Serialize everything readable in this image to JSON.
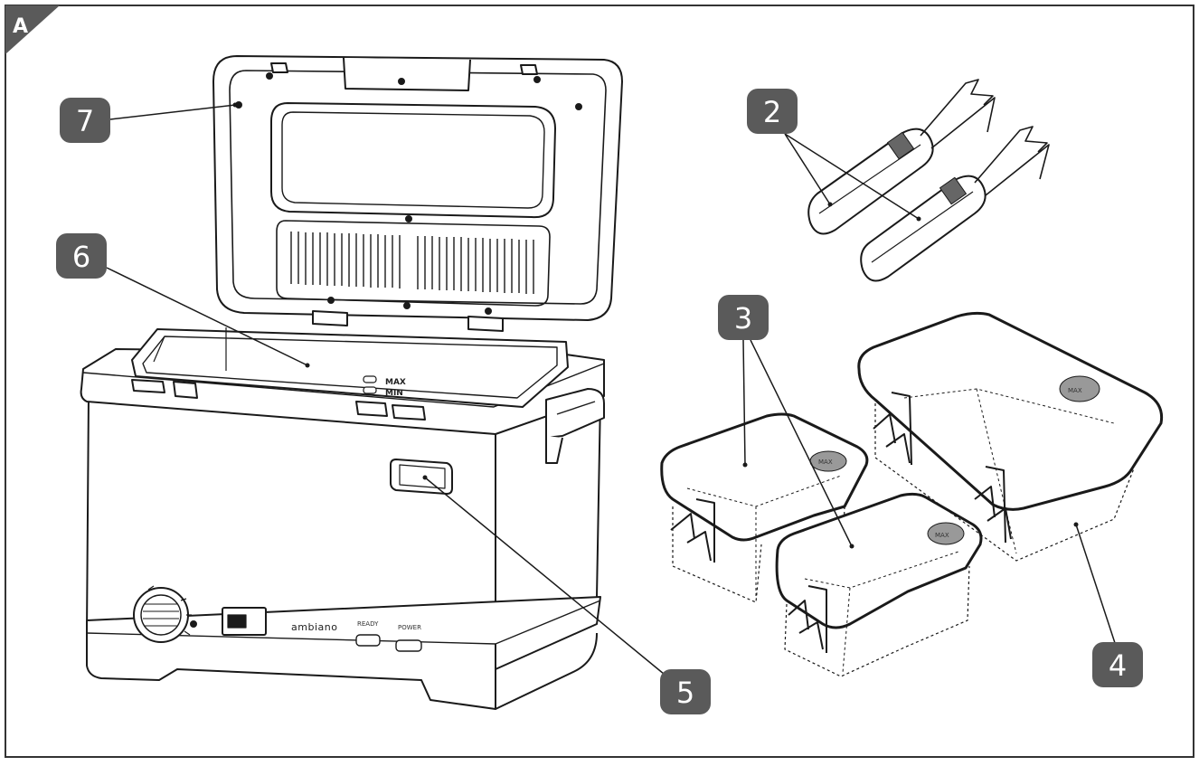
{
  "figure": {
    "panel_label": "A",
    "callouts": {
      "c2": "2",
      "c3": "3",
      "c4": "4",
      "c5": "5",
      "c6": "6",
      "c7": "7"
    },
    "fill_marks": {
      "max": "MAX",
      "min": "MIN"
    },
    "basket_mark": "MAX",
    "control_panel": {
      "brand": "ambiano",
      "ready": "READY",
      "power": "POWER"
    },
    "colors": {
      "line": "#1a1a1a",
      "badge": "#5a5a5a",
      "border": "#333333"
    }
  }
}
